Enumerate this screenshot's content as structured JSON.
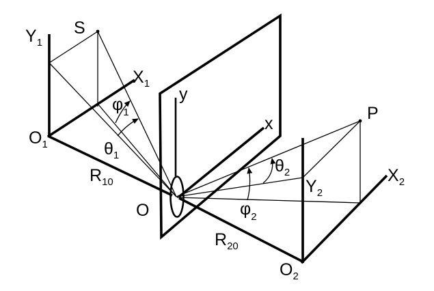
{
  "figure": {
    "description": "Bistatic scattering geometry diagram with source S, receiver P, central aperture plane Oxy, and two coordinate systems O1X1Y1 and O2X2Y2",
    "colors": {
      "ink": "#000000",
      "background": "#ffffff"
    },
    "labels": {
      "y1_axis": {
        "base": "Y",
        "sub": "1"
      },
      "x1_axis": {
        "base": "X",
        "sub": "1"
      },
      "o1_origin": {
        "base": "O",
        "sub": "1"
      },
      "source_point": "S",
      "phi1": {
        "base": "φ",
        "sub": "1"
      },
      "theta1": {
        "base": "θ",
        "sub": "1"
      },
      "r10": {
        "base": "R",
        "sub": "10"
      },
      "plate_origin": "O",
      "y_axis": "y",
      "x_axis": "x",
      "receiver_point": "P",
      "theta2": {
        "base": "θ",
        "sub": "2"
      },
      "phi2": {
        "base": "φ",
        "sub": "2"
      },
      "y2_axis": {
        "base": "Y",
        "sub": "2"
      },
      "x2_axis": {
        "base": "X",
        "sub": "2"
      },
      "o2_origin": {
        "base": "O",
        "sub": "2"
      },
      "r20": {
        "base": "R",
        "sub": "20"
      }
    }
  }
}
